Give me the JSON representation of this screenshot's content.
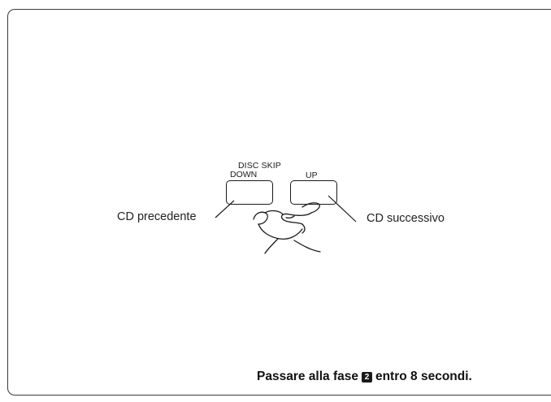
{
  "diagram": {
    "group_title": "DISC SKIP",
    "buttons": {
      "down_label": "DOWN",
      "up_label": "UP"
    },
    "callouts": {
      "previous": "CD precedente",
      "next": "CD successivo"
    },
    "icons": {
      "hand": "pointing-hand-icon"
    }
  },
  "footer": {
    "before": "Passare alla fase",
    "step_number": "2",
    "after": "entro 8 secondi."
  }
}
